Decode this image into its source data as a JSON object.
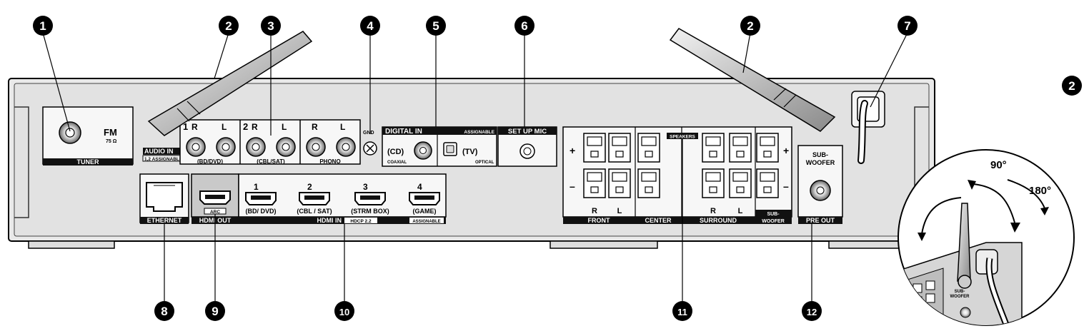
{
  "callouts": [
    "1",
    "2",
    "3",
    "4",
    "5",
    "6",
    "7",
    "8",
    "9",
    "10",
    "11",
    "12"
  ],
  "tuner": {
    "label": "TUNER",
    "fm": "FM",
    "ohm": "75 Ω"
  },
  "audio_in": {
    "title": "AUDIO IN",
    "assignable": "1,2 ASSIGNABLE",
    "group1_num": "1",
    "group2_num": "2",
    "r": "R",
    "l": "L",
    "bd_dvd": "(BD/DVD)",
    "cbl_sat": "(CBL/SAT)",
    "phono": "PHONO",
    "gnd": "GND"
  },
  "digital_in": {
    "title": "DIGITAL IN",
    "assignable": "ASSIGNABLE",
    "cd": "(CD)",
    "coaxial": "COAXIAL",
    "tv": "(TV)",
    "optical": "OPTICAL"
  },
  "setup_mic": {
    "label": "SET UP MIC"
  },
  "ethernet": {
    "label": "ETHERNET"
  },
  "hdmi_out": {
    "label": "HDMI OUT",
    "arc": "ARC"
  },
  "hdmi_in": {
    "label": "HDMI IN",
    "hdcp": "HDCP 2.2",
    "assignable": "ASSIGNABLE",
    "ports": [
      {
        "num": "1",
        "name": "(BD/ DVD)"
      },
      {
        "num": "2",
        "name": "(CBL / SAT)"
      },
      {
        "num": "3",
        "name": "(STRM BOX)"
      },
      {
        "num": "4",
        "name": "(GAME)"
      }
    ]
  },
  "speakers": {
    "label": "SPEAKERS",
    "plus": "+",
    "minus": "–",
    "front": "FRONT",
    "center": "CENTER",
    "surround": "SURROUND",
    "subwoofer_line1": "SUB-",
    "subwoofer_line2": "WOOFER",
    "r": "R",
    "l": "L"
  },
  "pre_out": {
    "label": "PRE OUT",
    "title_line1": "SUB-",
    "title_line2": "WOOFER"
  },
  "inset": {
    "callout": "2",
    "angle1": "90°",
    "angle2": "180°",
    "sub_label1": "SUB-",
    "sub_label2": "WOOFER"
  }
}
